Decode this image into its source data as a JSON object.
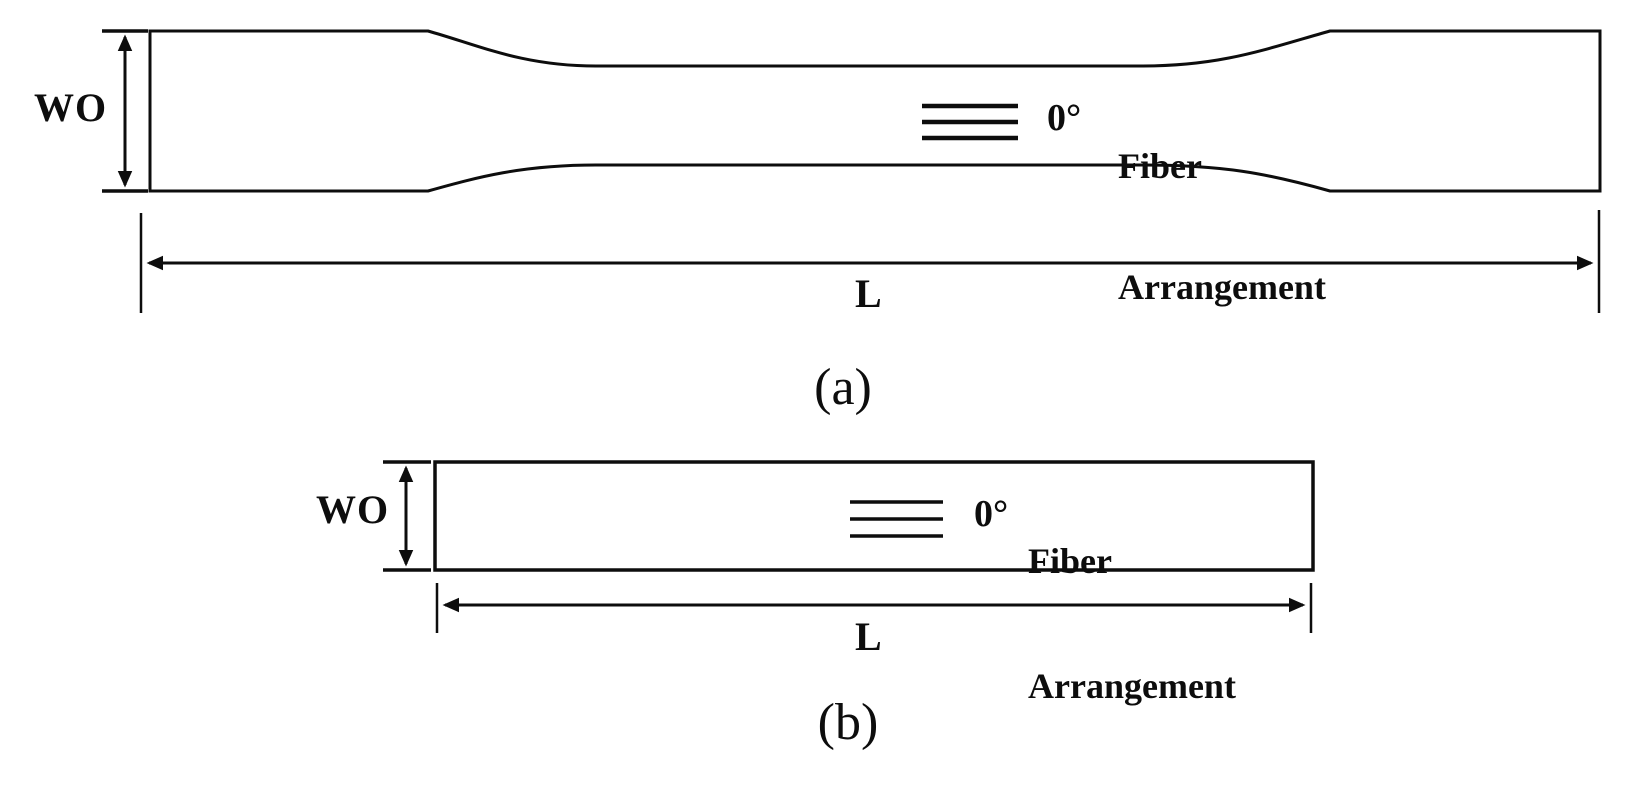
{
  "figure": {
    "background": "#ffffff",
    "line_color": "#0d0d0d",
    "panels": [
      {
        "caption": "(a)",
        "specimen_shape": "dog-bone tensile specimen",
        "width_label": "WO",
        "length_label": "L",
        "fiber_angle": "0°",
        "fiber_text_line1": "Fiber",
        "fiber_text_line2": "Arrangement",
        "fiber_line_count": 3
      },
      {
        "caption": "(b)",
        "specimen_shape": "rectangular specimen",
        "width_label": "WO",
        "length_label": "L",
        "fiber_angle": "0°",
        "fiber_text_line1": "Fiber",
        "fiber_text_line2": "Arrangement",
        "fiber_line_count": 3
      }
    ]
  }
}
